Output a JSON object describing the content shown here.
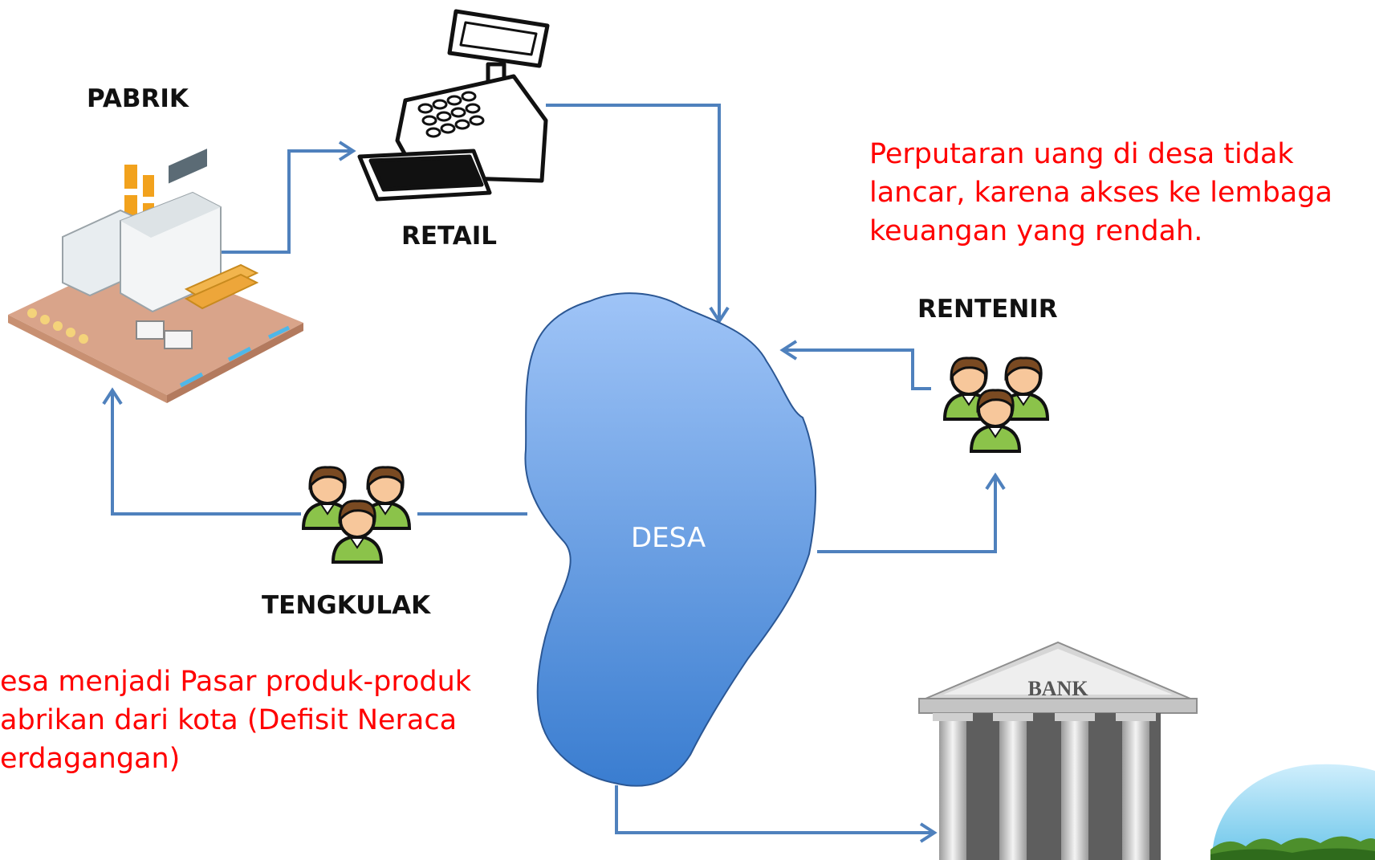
{
  "labels": {
    "pabrik": "PABRIK",
    "retail": "RETAIL",
    "rentenir": "RENTENIR",
    "tengkulak": "TENGKULAK",
    "desa": "DESA",
    "bank": "BANK"
  },
  "notes": {
    "top_right": [
      "Perputaran uang di desa tidak",
      "lancar, karena akses ke lembaga",
      "keuangan yang rendah."
    ],
    "bottom_left": [
      "esa menjadi Pasar produk-produk",
      "abrikan dari kota (Defisit Neraca",
      "erdagangan)"
    ]
  },
  "colors": {
    "arrow": "#4f81bd",
    "note_text": "#ff0000",
    "desa_top": "#9fc4f7",
    "desa_bottom": "#3a7dd0"
  },
  "icons": {
    "pabrik": "factory-icon",
    "retail": "cash-register-icon",
    "rentenir": "people-group-icon",
    "tengkulak": "people-group-icon",
    "bank": "bank-building-icon",
    "landscape": "hill-landscape-icon"
  }
}
